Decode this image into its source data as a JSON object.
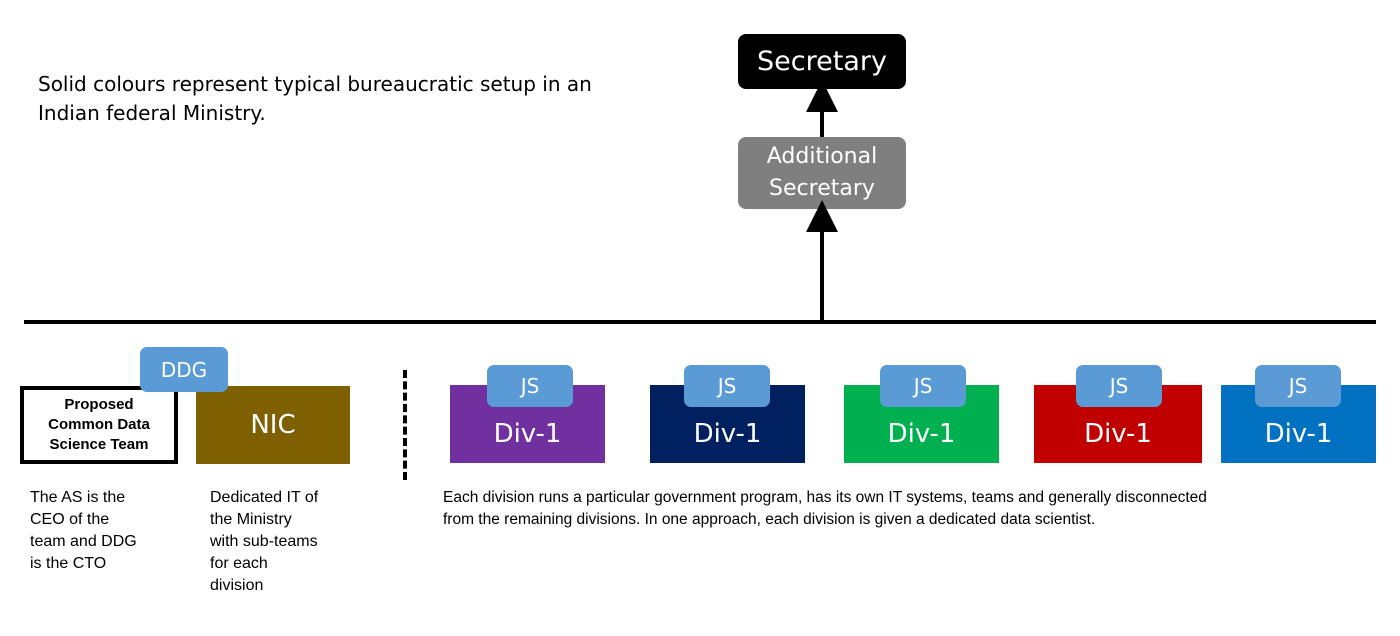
{
  "intro_text": "Solid colours represent typical bureaucratic setup in an Indian federal Ministry.",
  "secretary": "Secretary",
  "additional_secretary": {
    "line1": "Additional",
    "line2": "Secretary"
  },
  "proposed_team": {
    "line1": "Proposed",
    "line2": "Common Data",
    "line3": "Science Team"
  },
  "ddg": "DDG",
  "nic": "NIC",
  "divisions": [
    {
      "js": "JS",
      "label": "Div-1",
      "color": "#7030a0"
    },
    {
      "js": "JS",
      "label": "Div-1",
      "color": "#002060"
    },
    {
      "js": "JS",
      "label": "Div-1",
      "color": "#00b050"
    },
    {
      "js": "JS",
      "label": "Div-1",
      "color": "#c00000"
    },
    {
      "js": "JS",
      "label": "Div-1",
      "color": "#0070c0"
    }
  ],
  "notes": {
    "proposed": [
      "The AS is the",
      "CEO of the",
      "team and DDG",
      "is the CTO"
    ],
    "nic": [
      "Dedicated IT of",
      "the Ministry",
      "with sub-teams",
      "for each",
      "division"
    ],
    "divisions": [
      "Each division runs a particular government program, has its own IT systems, teams and generally disconnected",
      "from the remaining divisions. In one approach, each division is given a dedicated data scientist."
    ]
  },
  "colors": {
    "nic": "#7f6000",
    "ddg_js": "#5b9bd5",
    "additional_secretary": "#7f7f7f",
    "secretary": "#000000"
  }
}
